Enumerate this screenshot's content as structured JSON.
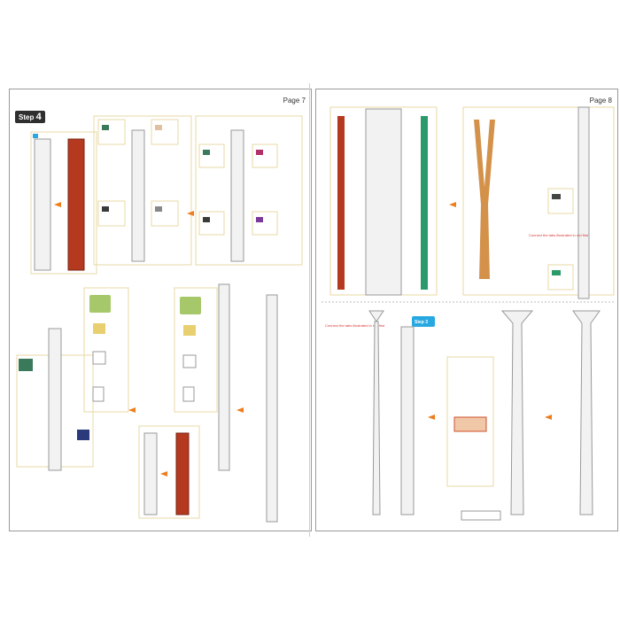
{
  "pages": [
    {
      "page_label": "Page 7",
      "step": {
        "word": "Step",
        "number": "4"
      }
    },
    {
      "page_label": "Page 8",
      "callouts": {
        "step_ref": "Step 3",
        "note_a": "Connect the tabs illustrated in red first",
        "note_b": "Connect the tabs illustrated in red first"
      }
    }
  ],
  "colors": {
    "border": "#9a9a9a",
    "tag": "#28a8e0",
    "arrow": "#ee7d1c",
    "red_strip": "#b5391f",
    "green_strip": "#2a9a6a",
    "orange_part": "#d3914a",
    "frame": "#e8d9a6"
  }
}
